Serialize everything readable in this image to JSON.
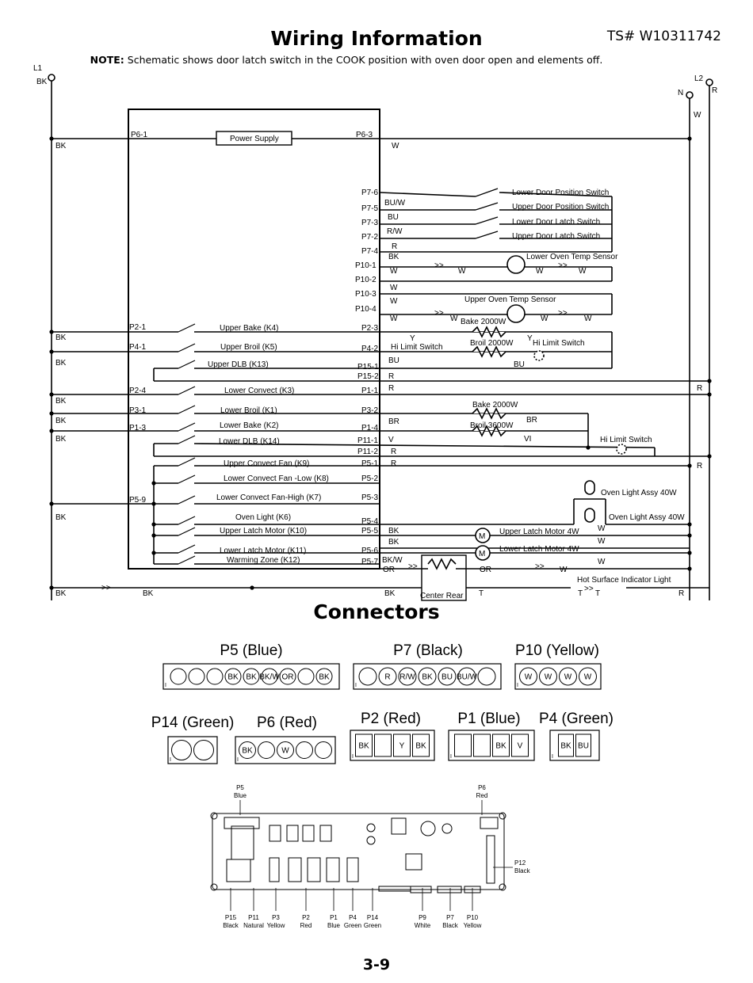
{
  "header": {
    "title": "Wiring Information",
    "ts_number": "TS# W10311742",
    "note_bold": "NOTE:",
    "note_text": "Schematic shows door latch switch in the COOK position with oven door open and elements off."
  },
  "schematic": {
    "terminals": {
      "l1": "L1",
      "l2": "L2",
      "n": "N",
      "l1_wire": "BK",
      "n_wire": "W",
      "l2_wire": "R"
    },
    "power_supply": {
      "label": "Power Supply",
      "left_pin": "P6-1",
      "right_pin": "P6-3",
      "left_wire": "BK",
      "right_wire": "W"
    },
    "door_inputs": [
      {
        "pin": "P7-6",
        "wire": "",
        "name": "Lower Door Position Switch"
      },
      {
        "pin": "P7-5",
        "wire": "BU/W",
        "name": "Upper Door Position Switch"
      },
      {
        "pin": "P7-3",
        "wire": "BU",
        "name": "Lower Door Latch Switch"
      },
      {
        "pin": "P7-2",
        "wire": "R/W",
        "name": "Upper Door Latch Switch"
      },
      {
        "pin": "P7-4",
        "wire": "R",
        "name": ""
      }
    ],
    "sensor_pins": [
      {
        "pin": "P10-1",
        "wire": "BK"
      },
      {
        "pin": "P10-2",
        "wire": "W"
      },
      {
        "pin": "P10-3",
        "wire": "W"
      },
      {
        "pin": "P10-4",
        "wire": "W"
      }
    ],
    "sensors": {
      "lower": "Lower Oven Temp Sensor",
      "upper": "Upper  Oven Temp Sensor"
    },
    "relays": [
      {
        "left_pin": "P2-1",
        "name": "Upper Bake (K4)",
        "right_pin": "P2-3",
        "wire": ""
      },
      {
        "left_pin": "P4-1",
        "name": "Upper Broil (K5)",
        "right_pin": "P4-2",
        "wire": "Hi Limit Switch"
      },
      {
        "left_pin": "",
        "name": "Upper DLB (K13)",
        "right_pin": "P15-1",
        "wire": "BU"
      },
      {
        "left_pin": "",
        "name": "",
        "right_pin": "P15-2",
        "wire": "R"
      },
      {
        "left_pin": "P2-4",
        "name": "Lower Convect  (K3)",
        "right_pin": "P1-1",
        "wire": "R"
      },
      {
        "left_pin": "P3-1",
        "name": "Lower Broil (K1)",
        "right_pin": "P3-2",
        "wire": "BR"
      },
      {
        "left_pin": "P1-3",
        "name": "Lower Bake (K2)",
        "right_pin": "P1-4",
        "wire": ""
      },
      {
        "left_pin": "",
        "name": "Lower DLB (K14)",
        "right_pin": "P11-1",
        "wire": "V"
      },
      {
        "left_pin": "",
        "name": "",
        "right_pin": "P11-2",
        "wire": "R"
      },
      {
        "left_pin": "",
        "name": "Upper Convect Fan (K9)",
        "right_pin": "P5-1",
        "wire": "R"
      },
      {
        "left_pin": "",
        "name": "Lower Convect Fan -Low (K8)",
        "right_pin": "P5-2",
        "wire": ""
      },
      {
        "left_pin": "P5-9",
        "name": "Lower Convect Fan-High (K7)",
        "right_pin": "P5-3",
        "wire": ""
      },
      {
        "left_pin": "",
        "name": "Oven Light (K6)",
        "right_pin": "P5-4",
        "wire": ""
      },
      {
        "left_pin": "",
        "name": "Upper Latch Motor (K10)",
        "right_pin": "P5-5",
        "wire": "BK"
      },
      {
        "left_pin": "",
        "name": "Lower Latch Motor (K11)",
        "right_pin": "P5-6",
        "wire": "BK"
      },
      {
        "left_pin": "",
        "name": "Warming Zone (K12)",
        "right_pin": "P5-7",
        "wire": "BK/W"
      }
    ],
    "elements": {
      "upper_bake": "Bake 2000W",
      "upper_broil": "Broil 2000W",
      "lower_bake": "Bake 2000W",
      "lower_broil": "Broil 3600W",
      "hi_limit": "Hi Limit Switch",
      "oven_light_1": "Oven Light Assy 40W",
      "oven_light_2": "Oven Light Assy 40W",
      "upper_latch_motor": "Upper Latch Motor 4W",
      "lower_latch_motor": "Lower Latch Motor 4W",
      "hot_surface": "Hot Surface Indicator Light",
      "center_rear": "Center Rear",
      "motor_symbol": "M"
    },
    "wire_colors": {
      "bk": "BK",
      "w": "W",
      "r": "R",
      "y": "Y",
      "bu": "BU",
      "br": "BR",
      "vi": "VI",
      "or": "OR",
      "t": "T",
      "arrow": ">>"
    }
  },
  "connectors_section": {
    "title": "Connectors",
    "connectors": [
      {
        "name": "P5 (Blue)",
        "pins": [
          "",
          "",
          "",
          "BK",
          "BK",
          "BK/W",
          "OR",
          "",
          "BK"
        ]
      },
      {
        "name": "P7 (Black)",
        "pins": [
          "",
          "R",
          "R/W",
          "BK",
          "BU",
          "BU/W",
          ""
        ]
      },
      {
        "name": "P10 (Yellow)",
        "pins": [
          "W",
          "W",
          "W",
          "W"
        ]
      },
      {
        "name": "P14 (Green)",
        "pins": [
          "",
          ""
        ]
      },
      {
        "name": "P6 (Red)",
        "pins": [
          "BK",
          "",
          "W",
          "",
          ""
        ]
      },
      {
        "name": "P2 (Red)",
        "pins": [
          "BK",
          "",
          "Y",
          "BK"
        ]
      },
      {
        "name": "P1 (Blue)",
        "pins": [
          "",
          "",
          "BK",
          "V"
        ]
      },
      {
        "name": "P4 (Green)",
        "pins": [
          "BK",
          "BU"
        ]
      }
    ],
    "pin_mark": "I"
  },
  "board": {
    "top_labels": [
      {
        "name": "P5",
        "color": "Blue"
      },
      {
        "name": "P6",
        "color": "Red"
      }
    ],
    "side_label": {
      "name": "P12",
      "color": "Black"
    },
    "bottom_labels": [
      {
        "name": "P15",
        "color": "Black"
      },
      {
        "name": "P11",
        "color": "Natural"
      },
      {
        "name": "P3",
        "color": "Yellow"
      },
      {
        "name": "P2",
        "color": "Red"
      },
      {
        "name": "P1",
        "color": "Blue"
      },
      {
        "name": "P4",
        "color": "Green"
      },
      {
        "name": "P14",
        "color": "Green"
      },
      {
        "name": "P9",
        "color": "White"
      },
      {
        "name": "P7",
        "color": "Black"
      },
      {
        "name": "P10",
        "color": "Yellow"
      }
    ]
  },
  "footer": {
    "page": "3-9"
  }
}
